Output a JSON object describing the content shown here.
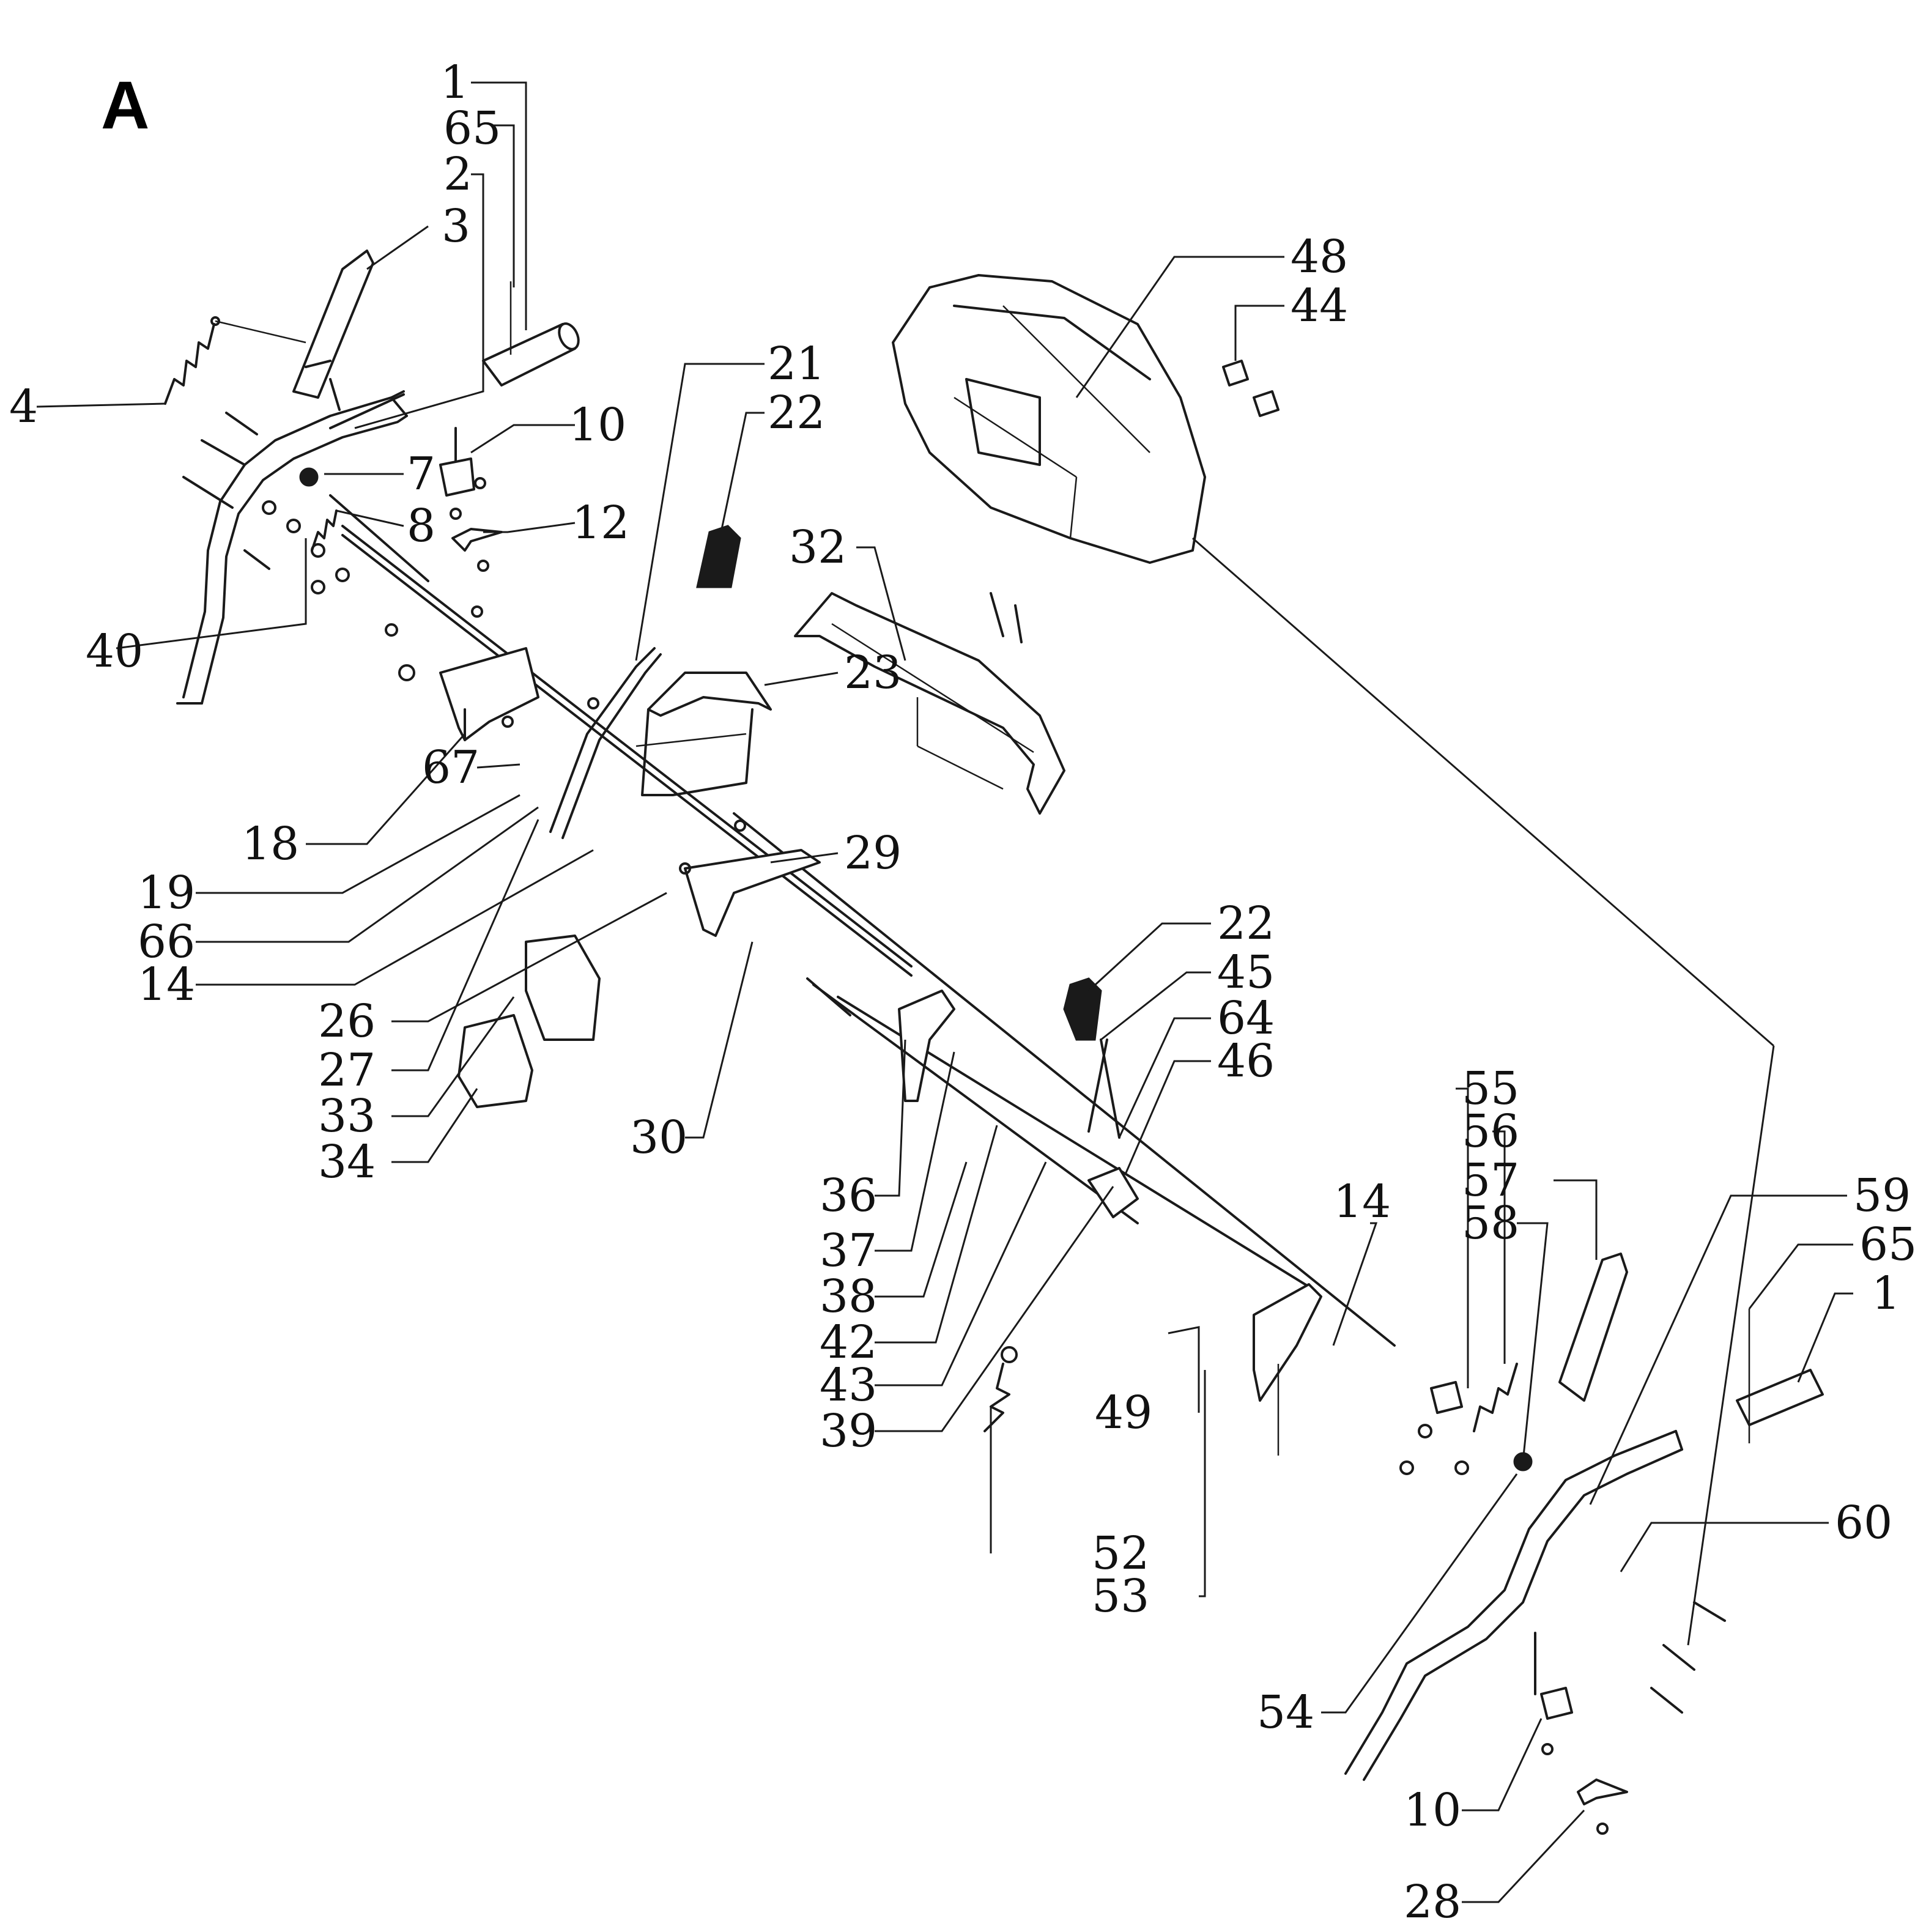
{
  "section_label": "A",
  "callouts": [
    {
      "id": "c1a",
      "text": "1"
    },
    {
      "id": "c65a",
      "text": "65"
    },
    {
      "id": "c2",
      "text": "2"
    },
    {
      "id": "c3",
      "text": "3"
    },
    {
      "id": "c4",
      "text": "4"
    },
    {
      "id": "c10a",
      "text": "10"
    },
    {
      "id": "c7",
      "text": "7"
    },
    {
      "id": "c8",
      "text": "8"
    },
    {
      "id": "c12",
      "text": "12"
    },
    {
      "id": "c40",
      "text": "40"
    },
    {
      "id": "c21",
      "text": "21"
    },
    {
      "id": "c22a",
      "text": "22"
    },
    {
      "id": "c48",
      "text": "48"
    },
    {
      "id": "c44",
      "text": "44"
    },
    {
      "id": "c32",
      "text": "32"
    },
    {
      "id": "c23",
      "text": "23"
    },
    {
      "id": "c67",
      "text": "67"
    },
    {
      "id": "c18",
      "text": "18"
    },
    {
      "id": "c29",
      "text": "29"
    },
    {
      "id": "c19",
      "text": "19"
    },
    {
      "id": "c66",
      "text": "66"
    },
    {
      "id": "c14a",
      "text": "14"
    },
    {
      "id": "c26",
      "text": "26"
    },
    {
      "id": "c27",
      "text": "27"
    },
    {
      "id": "c33",
      "text": "33"
    },
    {
      "id": "c34",
      "text": "34"
    },
    {
      "id": "c30",
      "text": "30"
    },
    {
      "id": "c22b",
      "text": "22"
    },
    {
      "id": "c45",
      "text": "45"
    },
    {
      "id": "c64",
      "text": "64"
    },
    {
      "id": "c46",
      "text": "46"
    },
    {
      "id": "c36",
      "text": "36"
    },
    {
      "id": "c37",
      "text": "37"
    },
    {
      "id": "c38",
      "text": "38"
    },
    {
      "id": "c42",
      "text": "42"
    },
    {
      "id": "c43",
      "text": "43"
    },
    {
      "id": "c39",
      "text": "39"
    },
    {
      "id": "c55",
      "text": "55"
    },
    {
      "id": "c56",
      "text": "56"
    },
    {
      "id": "c57",
      "text": "57"
    },
    {
      "id": "c58",
      "text": "58"
    },
    {
      "id": "c14b",
      "text": "14"
    },
    {
      "id": "c49",
      "text": "49"
    },
    {
      "id": "c52",
      "text": "52"
    },
    {
      "id": "c53",
      "text": "53"
    },
    {
      "id": "c59",
      "text": "59"
    },
    {
      "id": "c65b",
      "text": "65"
    },
    {
      "id": "c1b",
      "text": "1"
    },
    {
      "id": "c60",
      "text": "60"
    },
    {
      "id": "c54",
      "text": "54"
    },
    {
      "id": "c10b",
      "text": "10"
    },
    {
      "id": "c28",
      "text": "28"
    }
  ]
}
